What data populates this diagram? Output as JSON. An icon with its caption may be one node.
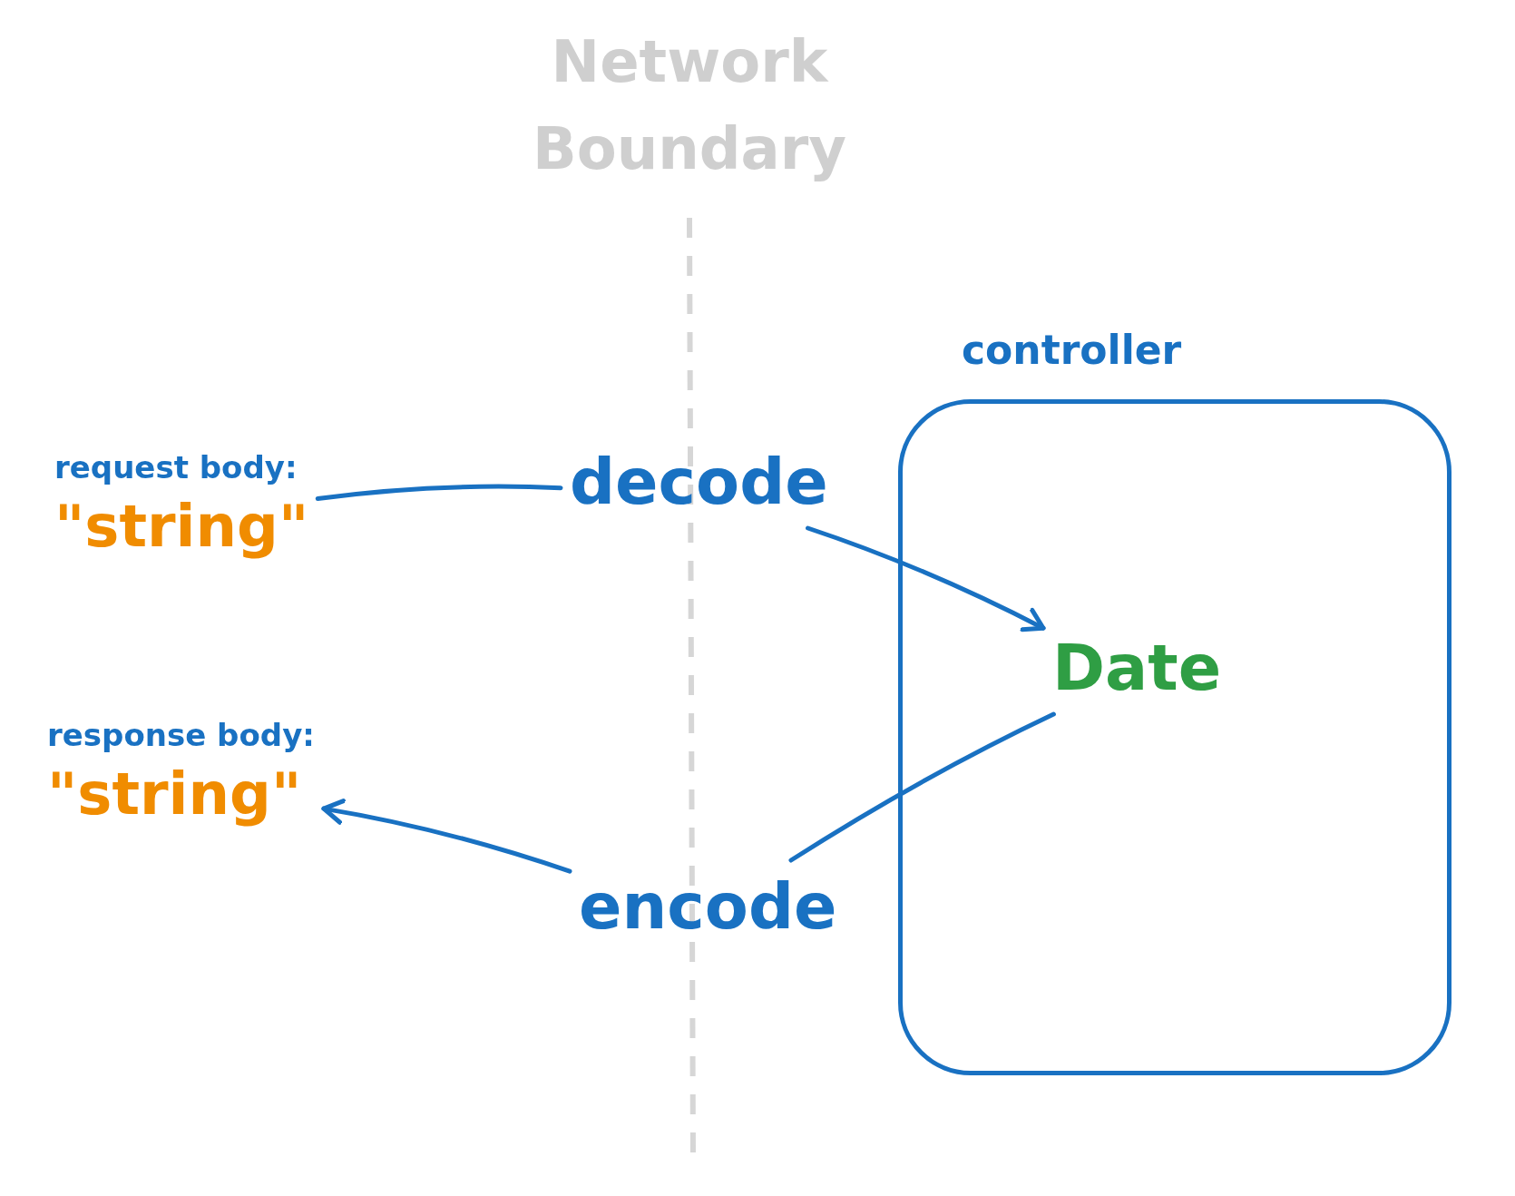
{
  "diagram": {
    "title": "Network Boundary",
    "nodes": [
      {
        "text": [
          "request body:",
          "\"string\""
        ]
      },
      {
        "text": [
          "decode"
        ]
      },
      {
        "text": [
          "controller"
        ]
      },
      {
        "text": [
          "Date"
        ],
        "in": 2
      },
      {
        "text": [
          "encode"
        ]
      },
      {
        "text": [
          "response body:",
          "\"string\""
        ]
      }
    ],
    "edges": [
      {
        "from": 0,
        "to": 1,
        "arrow": "none"
      },
      {
        "from": 1,
        "to": 3,
        "arrow": "to"
      },
      {
        "from": 3,
        "to": 4,
        "arrow": "none"
      },
      {
        "from": 4,
        "to": 5,
        "arrow": "to"
      }
    ]
  }
}
